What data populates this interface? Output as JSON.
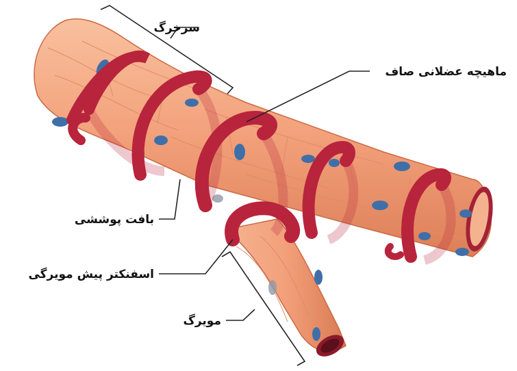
{
  "labels": {
    "arteriole": "سرخرگ",
    "smooth_muscle": "ماهیچه عضلانی صاف",
    "tissue": "بافت پوششی",
    "sphincter": "اسفنکتر پیش مویرگی",
    "capillary": "مویرگ"
  },
  "colors": {
    "vessel": "#f2a07a",
    "vessel_dark": "#d9774e",
    "muscle": "#b8243c",
    "muscle_light": "#d44a5c",
    "nucleus": "#3f6fa8",
    "line": "#222222"
  }
}
